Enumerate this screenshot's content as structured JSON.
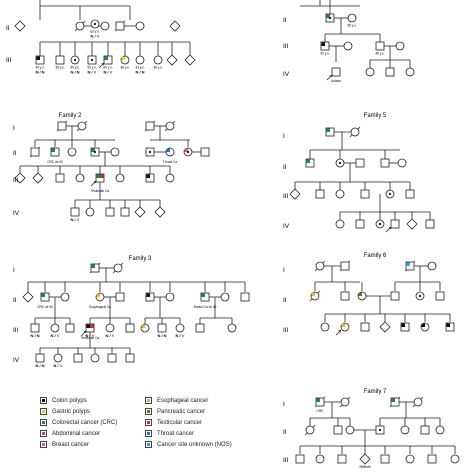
{
  "families": [
    {
      "title": ""
    },
    {
      "title": "Family 2"
    },
    {
      "title": "Family 3"
    },
    {
      "title": ""
    },
    {
      "title": "Family 5"
    },
    {
      "title": "Family 6"
    },
    {
      "title": "Family 7"
    }
  ],
  "generations": [
    "I",
    "II",
    "III",
    "IV"
  ],
  "annotations": {
    "crc40": "CRC dx 40",
    "crc63": "CRC dx 63",
    "testicular": "Testicular Ca",
    "esophageal": "Esophageal Ca",
    "breast": "Breast Ca dx 45",
    "throat": "Throat Ca",
    "crc": "CRC",
    "autism": "Autism",
    "stillbirth": "Stillbirth",
    "nv": "N / V",
    "nn": "N / N"
  },
  "legend": [
    {
      "label": "Colon polyps",
      "color": "#111111"
    },
    {
      "label": "Esophageal cancer",
      "color": "#e8b830"
    },
    {
      "label": "Gastric polyps",
      "color": "#e8d520"
    },
    {
      "label": "Pancreatic cancer",
      "color": "#7a6a2a"
    },
    {
      "label": "Colorectal cancer (CRC)",
      "color": "#1e8f3a"
    },
    {
      "label": "Testicular cancer",
      "color": "#d42a2a"
    },
    {
      "label": "Abdominal cancer",
      "color": "#b03ab0"
    },
    {
      "label": "Throat cancer",
      "color": "#2a6fd4"
    },
    {
      "label": "Breast cancer",
      "color": "#e85ab0"
    },
    {
      "label": "Cancer site unknown (NOS)",
      "color": "#2aaed4"
    }
  ]
}
